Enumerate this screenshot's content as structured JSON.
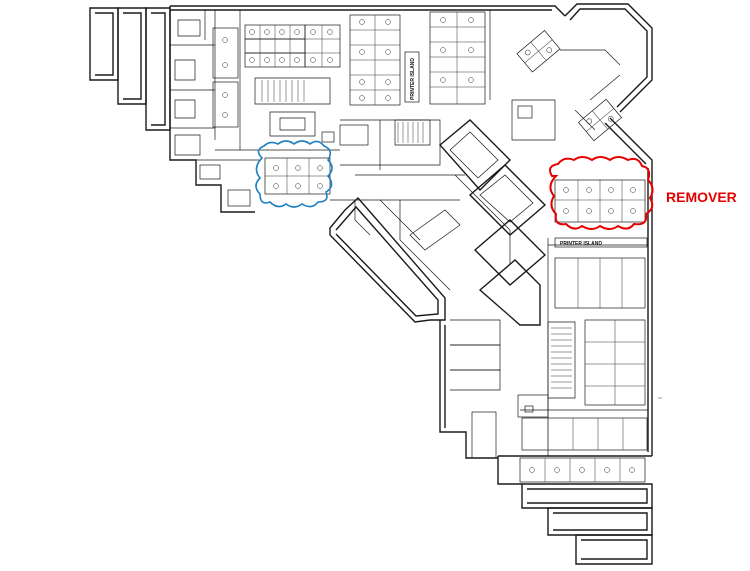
{
  "plan": {
    "annotations": {
      "remover_label": "REMOVER",
      "remover_color": "#e60000",
      "highlight_color": "#1e7fc2"
    },
    "labels": {
      "printer_island_top": "PRINTER ISLAND",
      "printer_island_right": "PRINTER ISLAND"
    }
  }
}
